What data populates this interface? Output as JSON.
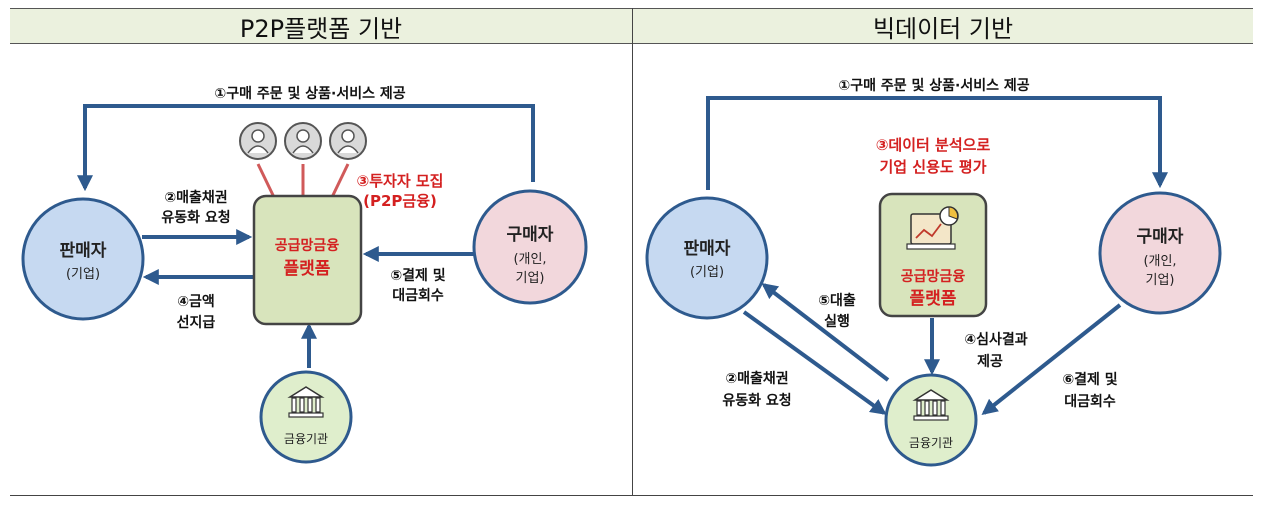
{
  "headers": {
    "left": "P2P플랫폼 기반",
    "right": "빅데이터 기반"
  },
  "left": {
    "seller": {
      "title": "판매자",
      "sub": "(기업)"
    },
    "buyer": {
      "title": "구매자",
      "sub1": "(개인,",
      "sub2": "기업)"
    },
    "platform": {
      "line1": "공급망금융",
      "line2": "플랫폼"
    },
    "bank": {
      "label": "금융기관"
    },
    "labels": {
      "order": "①구매 주문 및 상품·서비스 제공",
      "receivable1": "②매출채권",
      "receivable2": "유동화 요청",
      "investor1": "③투자자 모집",
      "investor2": "(P2P금융)",
      "advance1": "④금액",
      "advance2": "선지급",
      "payment1": "⑤결제 및",
      "payment2": "대금회수"
    }
  },
  "right": {
    "seller": {
      "title": "판매자",
      "sub": "(기업)"
    },
    "buyer": {
      "title": "구매자",
      "sub1": "(개인,",
      "sub2": "기업)"
    },
    "platform": {
      "line1": "공급망금융",
      "line2": "플랫폼"
    },
    "bank": {
      "label": "금융기관"
    },
    "labels": {
      "order": "①구매 주문 및 상품·서비스 제공",
      "analysis1": "③데이터 분석으로",
      "analysis2": "기업 신용도 평가",
      "loan1": "⑤대출",
      "loan2": "실행",
      "review1": "④심사결과",
      "review2": "제공",
      "receivable1": "②매출채권",
      "receivable2": "유동화 요청",
      "payment1": "⑥결제 및",
      "payment2": "대금회수"
    }
  },
  "colors": {
    "arrow": "#2e5a8e",
    "investor_arrow": "#d05a5a",
    "seller_fill": "#c6d9f1",
    "buyer_fill": "#f2d7dc",
    "platform_fill": "#d8e4bc",
    "bank_fill": "#dfeecc",
    "accent_red": "#d42020"
  },
  "icons": [
    "person-icon",
    "bank-icon",
    "analytics-icon"
  ]
}
